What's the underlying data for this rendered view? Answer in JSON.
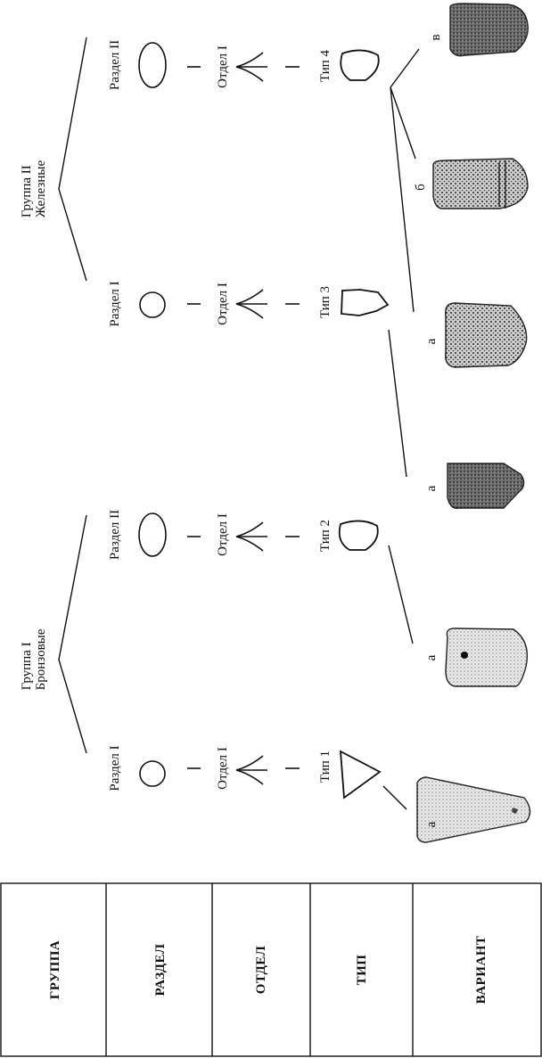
{
  "table": {
    "rows": [
      "ГРУППА",
      "РАЗДЕЛ",
      "ОТДЕЛ",
      "ТИП",
      "ВАРИАНТ"
    ]
  },
  "groups": [
    {
      "line1": "Группа I",
      "line2": "Бронзовые"
    },
    {
      "line1": "Группа II",
      "line2": "Железные"
    }
  ],
  "sections": [
    "Раздел I",
    "Раздел II",
    "Раздел I",
    "Раздел II"
  ],
  "divisions": [
    "Отдел I",
    "Отдел I",
    "Отдел I",
    "Отдел I"
  ],
  "types": [
    "Тип 1",
    "Тип 2",
    "Тип 3",
    "Тип 4"
  ],
  "variants": [
    "а",
    "а",
    "а",
    "а",
    "б",
    "в"
  ]
}
